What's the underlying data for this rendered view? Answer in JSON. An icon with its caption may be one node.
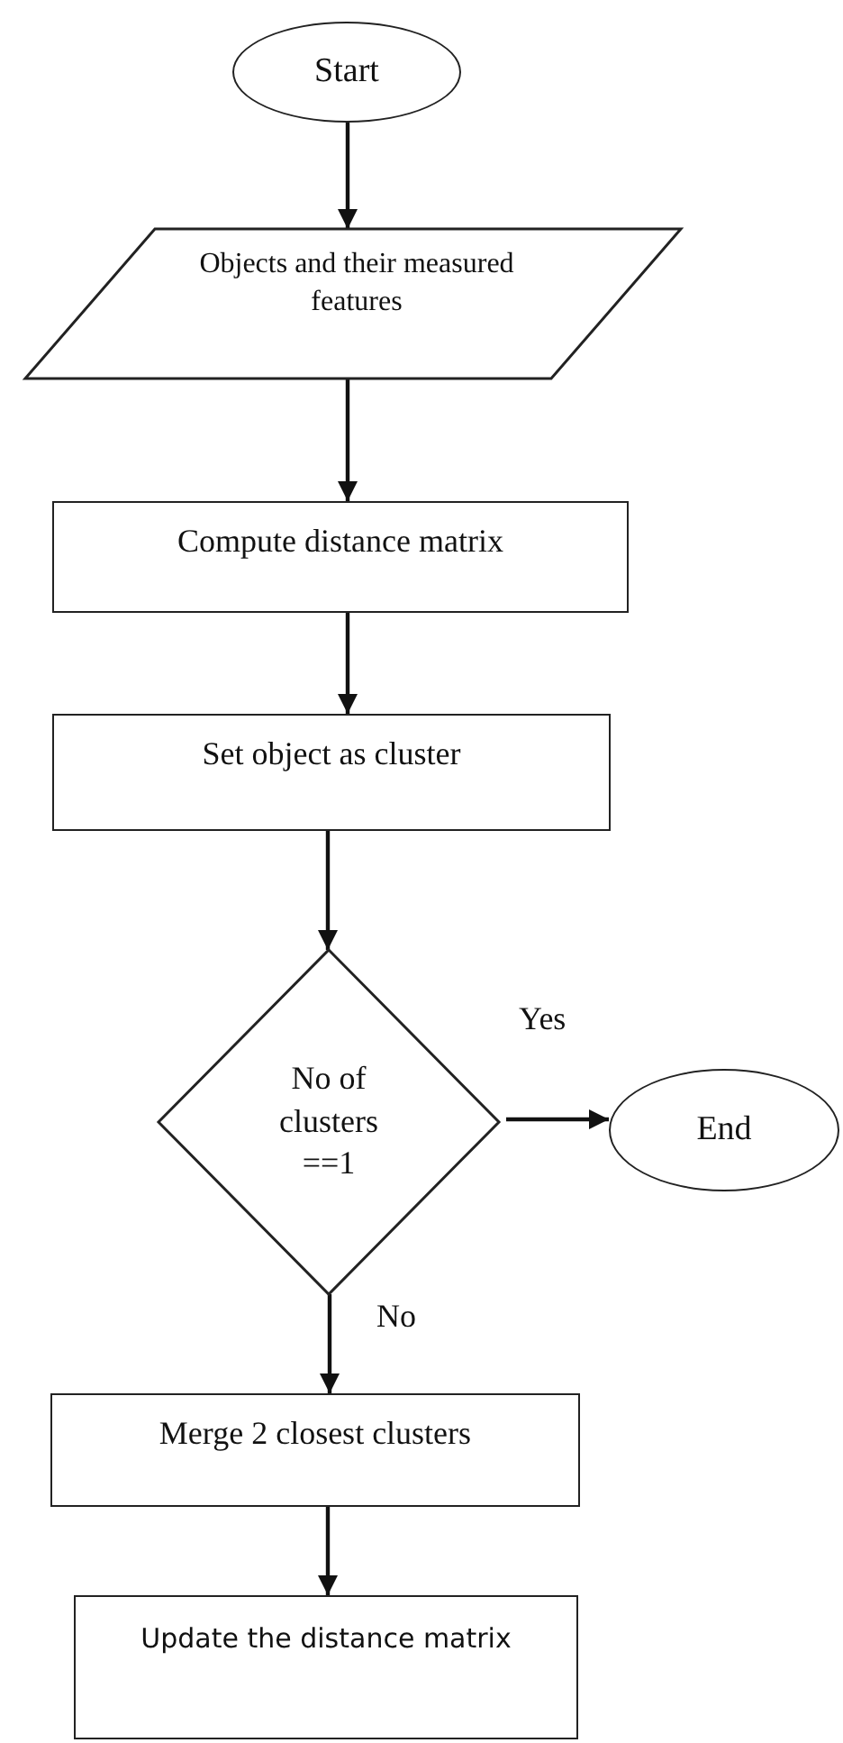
{
  "diagram": {
    "nodes": [
      {
        "text": [
          "Start"
        ]
      },
      {
        "text": [
          "Objects and their measured features"
        ]
      },
      {
        "text": [
          "Compute distance matrix"
        ]
      },
      {
        "text": [
          "Set object as cluster"
        ]
      },
      {
        "text": [
          "No of clusters ==1"
        ]
      },
      {
        "text": [
          "End"
        ]
      },
      {
        "text": [
          "Merge 2 closest clusters"
        ]
      },
      {
        "text": [
          "Update the distance matrix"
        ]
      }
    ],
    "edges": [
      {
        "from": 0,
        "to": 1,
        "arrow": "to"
      },
      {
        "from": 1,
        "to": 2,
        "arrow": "to"
      },
      {
        "from": 2,
        "to": 3,
        "arrow": "to"
      },
      {
        "from": 3,
        "to": 4,
        "arrow": "to"
      },
      {
        "from": 4,
        "to": 5,
        "arrow": "to",
        "label": "Yes"
      },
      {
        "from": 4,
        "to": 6,
        "arrow": "to",
        "label": "No"
      },
      {
        "from": 6,
        "to": 7,
        "arrow": "to"
      }
    ]
  }
}
